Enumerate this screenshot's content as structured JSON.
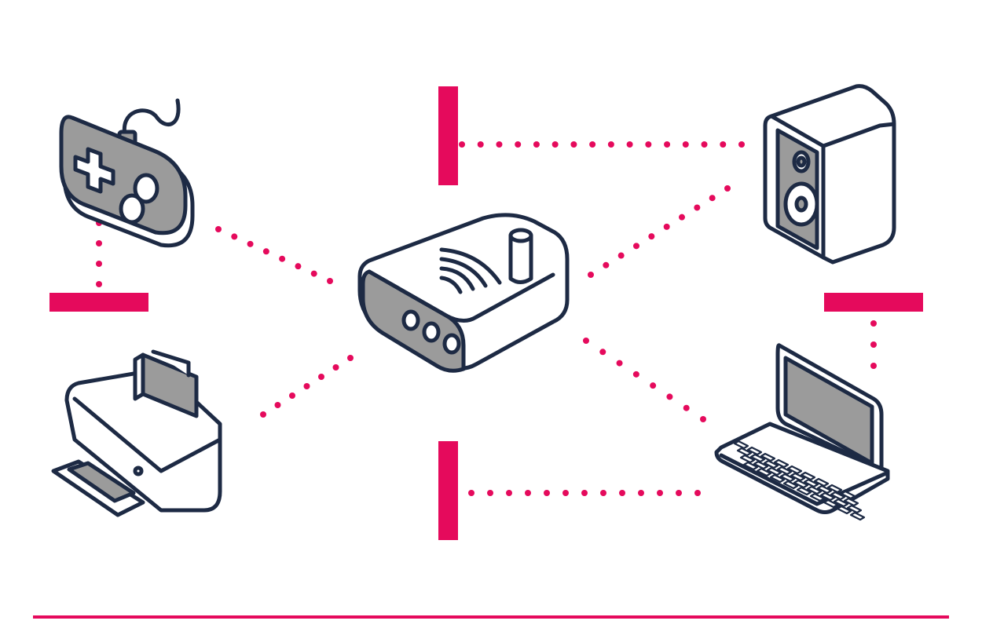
{
  "colors": {
    "accent": "#e50a5c",
    "outline": "#1d2a44",
    "panel_gray": "#9b9b9b",
    "body_white": "#ffffff",
    "background": "#ffffff"
  },
  "diagram": {
    "hub": {
      "icon": "wifi-router-icon"
    },
    "devices": [
      {
        "id": "gamepad",
        "icon": "gamepad-icon"
      },
      {
        "id": "printer",
        "icon": "printer-icon"
      },
      {
        "id": "speaker",
        "icon": "speaker-icon"
      },
      {
        "id": "laptop",
        "icon": "laptop-icon"
      }
    ],
    "barriers": [
      {
        "id": "top-center",
        "orientation": "vertical"
      },
      {
        "id": "bottom-center",
        "orientation": "vertical"
      },
      {
        "id": "left",
        "orientation": "horizontal"
      },
      {
        "id": "right",
        "orientation": "horizontal"
      }
    ],
    "connections": [
      {
        "from": "gamepad",
        "to": "router"
      },
      {
        "from": "printer",
        "to": "router"
      },
      {
        "from": "speaker",
        "to": "router"
      },
      {
        "from": "laptop",
        "to": "router"
      },
      {
        "from": "speaker",
        "to": "barrier-top-center"
      },
      {
        "from": "laptop",
        "to": "barrier-bottom-center"
      },
      {
        "from": "gamepad",
        "to": "barrier-left"
      },
      {
        "from": "laptop",
        "to": "barrier-right"
      }
    ]
  }
}
